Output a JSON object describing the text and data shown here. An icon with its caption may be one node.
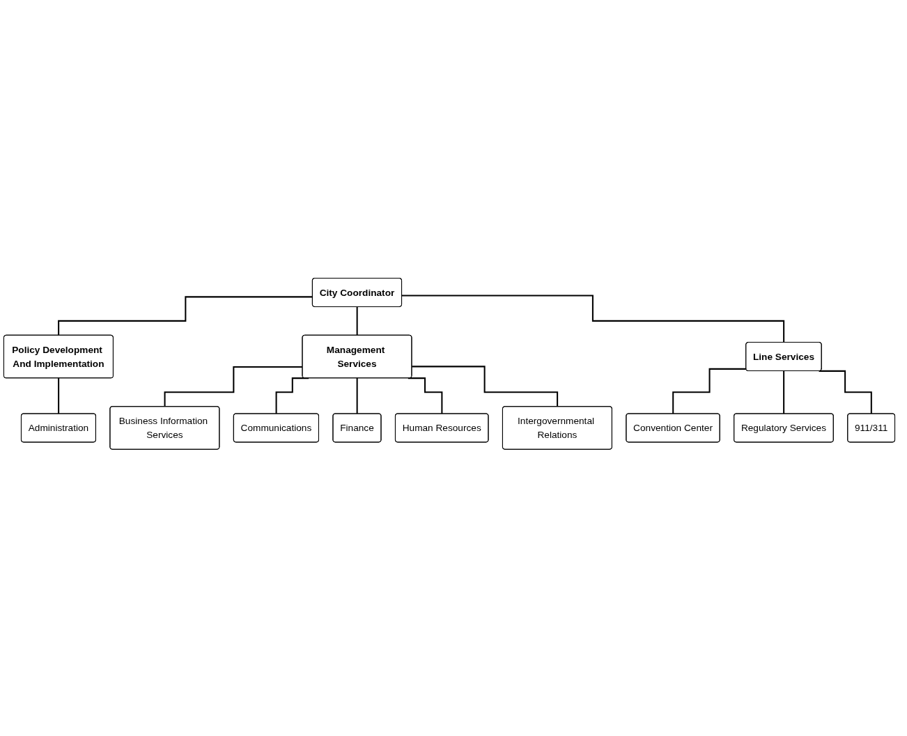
{
  "diagram": {
    "nodes": [
      {
        "text": [
          "City Coordinator"
        ]
      },
      {
        "text": [
          "Policy Development And Implementation"
        ]
      },
      {
        "text": [
          "Management Services"
        ]
      },
      {
        "text": [
          "Line Services"
        ]
      },
      {
        "text": [
          "Administration"
        ]
      },
      {
        "text": [
          "Business Information Services"
        ]
      },
      {
        "text": [
          "Communications"
        ]
      },
      {
        "text": [
          "Finance"
        ]
      },
      {
        "text": [
          "Human Resources"
        ]
      },
      {
        "text": [
          "Intergovernmental Relations"
        ]
      },
      {
        "text": [
          "Convention Center"
        ]
      },
      {
        "text": [
          "Regulatory Services"
        ]
      },
      {
        "text": [
          "911/311"
        ]
      }
    ],
    "edges": [
      {
        "from": 0,
        "to": 1,
        "arrow": "none"
      },
      {
        "from": 0,
        "to": 2,
        "arrow": "none"
      },
      {
        "from": 0,
        "to": 3,
        "arrow": "none"
      },
      {
        "from": 1,
        "to": 4,
        "arrow": "none"
      },
      {
        "from": 2,
        "to": 5,
        "arrow": "none"
      },
      {
        "from": 2,
        "to": 6,
        "arrow": "none"
      },
      {
        "from": 2,
        "to": 7,
        "arrow": "none"
      },
      {
        "from": 2,
        "to": 8,
        "arrow": "none"
      },
      {
        "from": 2,
        "to": 9,
        "arrow": "none"
      },
      {
        "from": 3,
        "to": 10,
        "arrow": "none"
      },
      {
        "from": 3,
        "to": 11,
        "arrow": "none"
      },
      {
        "from": 3,
        "to": 12,
        "arrow": "none"
      }
    ]
  }
}
